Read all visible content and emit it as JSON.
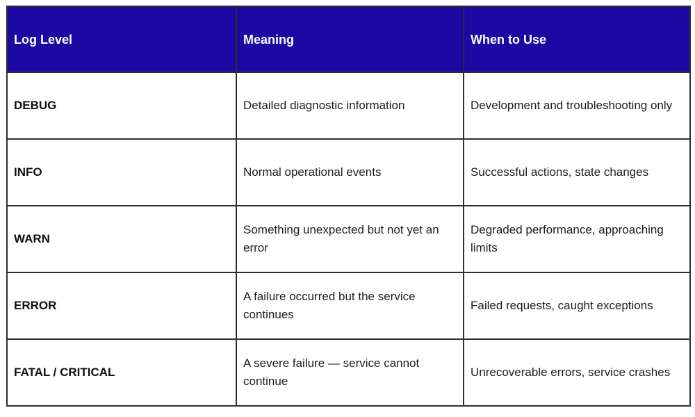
{
  "table": {
    "columns": [
      "Log Level",
      "Meaning",
      "When to Use"
    ],
    "rows": [
      {
        "level": "DEBUG",
        "meaning": "Detailed diagnostic information",
        "when_to_use": "Development and troubleshooting only"
      },
      {
        "level": "INFO",
        "meaning": "Normal operational events",
        "when_to_use": "Successful actions, state changes"
      },
      {
        "level": "WARN",
        "meaning": "Something unexpected but not yet an error",
        "when_to_use": "Degraded performance, approaching limits"
      },
      {
        "level": "ERROR",
        "meaning": "A failure occurred but the service continues",
        "when_to_use": "Failed requests, caught exceptions"
      },
      {
        "level": "FATAL / CRITICAL",
        "meaning": "A severe failure — service cannot continue",
        "when_to_use": "Unrecoverable errors, service crashes"
      }
    ]
  },
  "colors": {
    "header_bg": "#1c09a3",
    "header_text": "#ffffff",
    "border": "#2f2f2f",
    "body_text": "#1c1c1c",
    "page_bg": "#ffffff"
  }
}
